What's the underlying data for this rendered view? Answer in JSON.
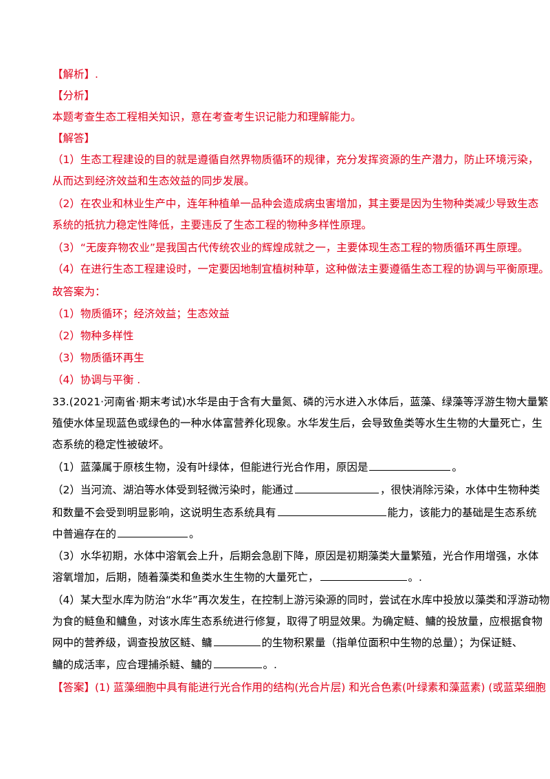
{
  "analysis": {
    "jiexi_label": "【解析】.",
    "fenxi_label": "【分析】",
    "fenxi_text": "本题考查生态工程相关知识，意在考查考生识记能力和理解能力。",
    "jieda_label": "【解答】",
    "p1_l1": "（1）生态工程建设的目的就是遵循自然界物质循环的规律，充分发挥资源的生产潜力，防止环境污染，",
    "p1_l2": "从而达到经济效益和生态效益的同步发展。",
    "p2_l1": "（2）在农业和林业生产中，连年种植单一品种会造成病虫害增加，其主要是因为生物种类减少导致生态",
    "p2_l2": "系统的抵抗力稳定性降低，主要违反了生态工程的物种多样性原理。",
    "p3": "（3）“无废弃物农业”是我国古代传统农业的辉煌成就之一，主要体现生态工程的物质循环再生原理。",
    "p4": "（4）在进行生态工程建设时，一定要因地制宜植树种草，这种做法主要遵循生态工程的协调与平衡原理。",
    "answer_intro": "故答案为：",
    "a1": "（1）物质循环；经济效益；生态效益",
    "a2": "（2）物种多样性",
    "a3": "（3）物质循环再生",
    "a4": "（4）协调与平衡 ."
  },
  "question33": {
    "intro_l1": "33.(2021·河南省·期末考试)水华是由于含有大量氮、磷的污水进入水体后，蓝藻、绿藻等浮游生物大量繁",
    "intro_l2": "殖使水体呈现蓝色或绿色的一种水体富营养化现象。水华发生后，会导致鱼类等水生生物的大量死亡，生",
    "intro_l3": "态系统的稳定性被破坏。",
    "q1_a": "（1）蓝藻属于原核生物，没有叶绿体，但能进行光合作用，原因是",
    "q1_b": "。",
    "q2_a": "（2）当河流、湖泊等水体受到轻微污染时，能通过",
    "q2_b": "，很快消除污染，水体中生物种类",
    "q2_c": "和数量不会受到明显影响，这说明生态系统具有",
    "q2_d": "能力，该能力的基础是生态系统",
    "q2_e": "中普遍存在的",
    "q2_f": "。",
    "q3_l1": "（3）水华初期，水体中溶氧会上升，后期会急剧下降，原因是初期藻类大量繁殖，光合作用增强，水体",
    "q3_a": "溶氧增加，后期，随着藻类和鱼类水生生物的大量死亡，",
    "q3_b": "。.",
    "q4_l1": "（4）某大型水库为防治“水华”再次发生，在控制上游污染源的同时，尝试在水库中投放以藻类和浮游动物",
    "q4_l2": "为食的鲢鱼和鳙鱼，对该水库生态系统进行修复，取得了明显效果。为确定鲢、鳙的投放量，应根据食物",
    "q4_a": "网中的营养级，调查投放区鲢、鳙",
    "q4_b": "的生物积累量（指单位面积中生物的总量）；为保证鲢、",
    "q4_c": "鳙的成活率，应合理捕杀鲢、鳙的",
    "q4_d": "。.",
    "answer_line": "【答案】(1) 蓝藻细胞中具有能进行光合作用的结构(光合片层) 和光合色素(叶绿素和藻蓝素) (或蓝菜细胞"
  }
}
